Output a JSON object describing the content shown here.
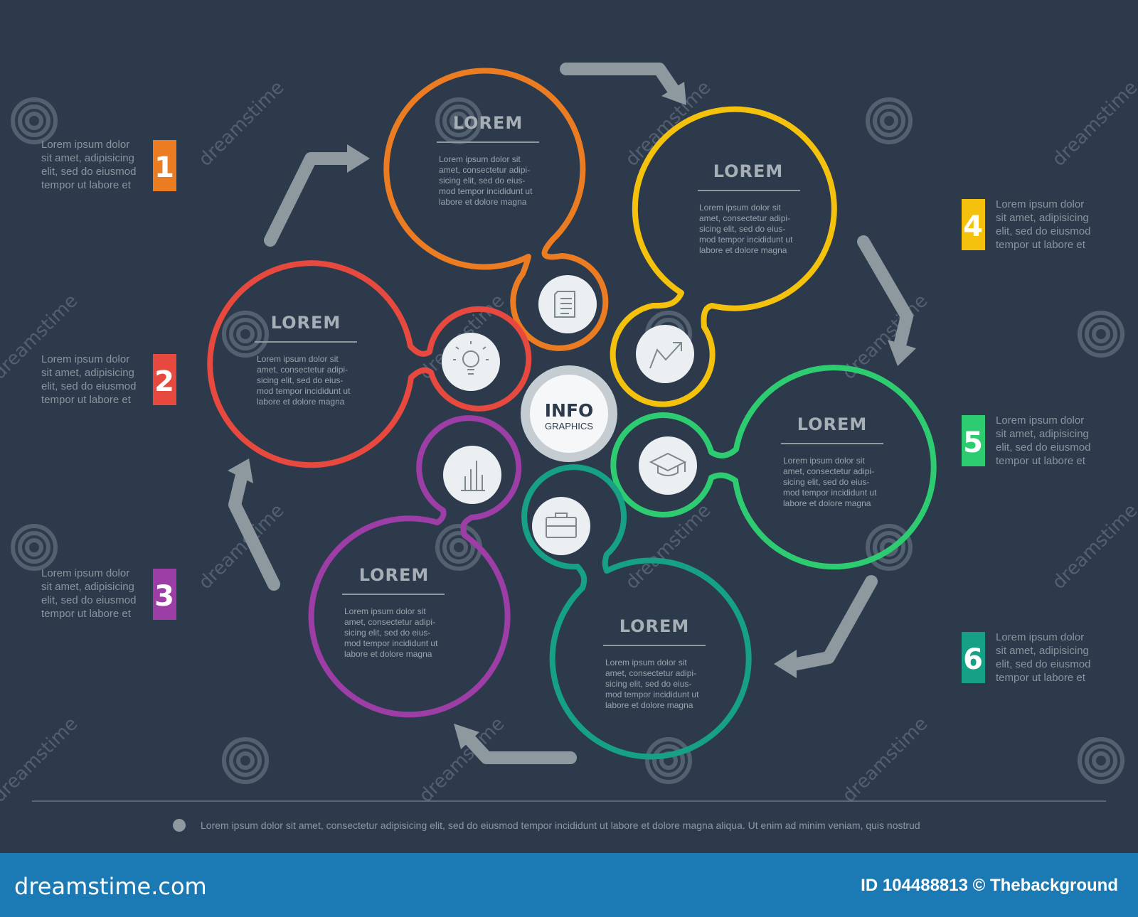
{
  "center": {
    "title": "INFO",
    "subtitle": "GRAPHICS"
  },
  "steps": [
    {
      "number": "1",
      "color": "#ec7c22",
      "title": "LOREM",
      "icon": "document-icon",
      "body": [
        "Lorem ipsum dolor sit",
        "amet, consectetur adipi-",
        "sicing elit, sed do eius-",
        "mod tempor incididunt ut",
        "labore et dolore magna"
      ],
      "side": [
        "Lorem ipsum dolor",
        "sit amet, adipisicing",
        "elit, sed do eiusmod",
        "tempor ut labore et"
      ]
    },
    {
      "number": "2",
      "color": "#e8493f",
      "title": "LOREM",
      "icon": "lightbulb-icon",
      "body": [
        "Lorem ipsum dolor sit",
        "amet, consectetur adipi-",
        "sicing elit, sed do eius-",
        "mod tempor incididunt ut",
        "labore et dolore magna"
      ],
      "side": [
        "Lorem ipsum dolor",
        "sit amet, adipisicing",
        "elit, sed do eiusmod",
        "tempor ut labore et"
      ]
    },
    {
      "number": "3",
      "color": "#9c3ea5",
      "title": "LOREM",
      "icon": "bar-chart-icon",
      "body": [
        "Lorem ipsum dolor sit",
        "amet, consectetur adipi-",
        "sicing elit, sed do eius-",
        "mod tempor incididunt ut",
        "labore et dolore magna"
      ],
      "side": [
        "Lorem ipsum dolor",
        "sit amet, adipisicing",
        "elit, sed do eiusmod",
        "tempor ut labore et"
      ]
    },
    {
      "number": "4",
      "color": "#f4c20d",
      "title": "LOREM",
      "icon": "trend-arrow-icon",
      "body": [
        "Lorem ipsum dolor sit",
        "amet, consectetur adipi-",
        "sicing elit, sed do eius-",
        "mod tempor incididunt ut",
        "labore et dolore magna"
      ],
      "side": [
        "Lorem ipsum dolor",
        "sit amet, adipisicing",
        "elit, sed do eiusmod",
        "tempor ut labore et"
      ]
    },
    {
      "number": "5",
      "color": "#2ecc71",
      "title": "LOREM",
      "icon": "graduation-cap-icon",
      "body": [
        "Lorem ipsum dolor sit",
        "amet, consectetur adipi-",
        "sicing elit, sed do eius-",
        "mod tempor incididunt ut",
        "labore et dolore magna"
      ],
      "side": [
        "Lorem ipsum dolor",
        "sit amet, adipisicing",
        "elit, sed do eiusmod",
        "tempor ut labore et"
      ]
    },
    {
      "number": "6",
      "color": "#16a085",
      "title": "LOREM",
      "icon": "briefcase-icon",
      "body": [
        "Lorem ipsum dolor sit",
        "amet, consectetur adipi-",
        "sicing elit, sed do eius-",
        "mod tempor incididunt ut",
        "labore et dolore magna"
      ],
      "side": [
        "Lorem ipsum dolor",
        "sit amet, adipisicing",
        "elit, sed do eiusmod",
        "tempor ut labore et"
      ]
    }
  ],
  "footnote": "Lorem ipsum dolor sit amet, consectetur adipisicing elit, sed do eiusmod tempor incididunt ut labore et dolore magna aliqua. Ut enim ad minim veniam, quis nostrud",
  "watermark": "dreamstime",
  "footer": {
    "logo": "dreamstime.com",
    "credit": "ID 104488813 © Thebackground"
  },
  "colors": {
    "background": "#2c3a4c",
    "arrow": "#8e999f",
    "footer": "#1b79b3",
    "icon_disc": "#eceff1"
  }
}
